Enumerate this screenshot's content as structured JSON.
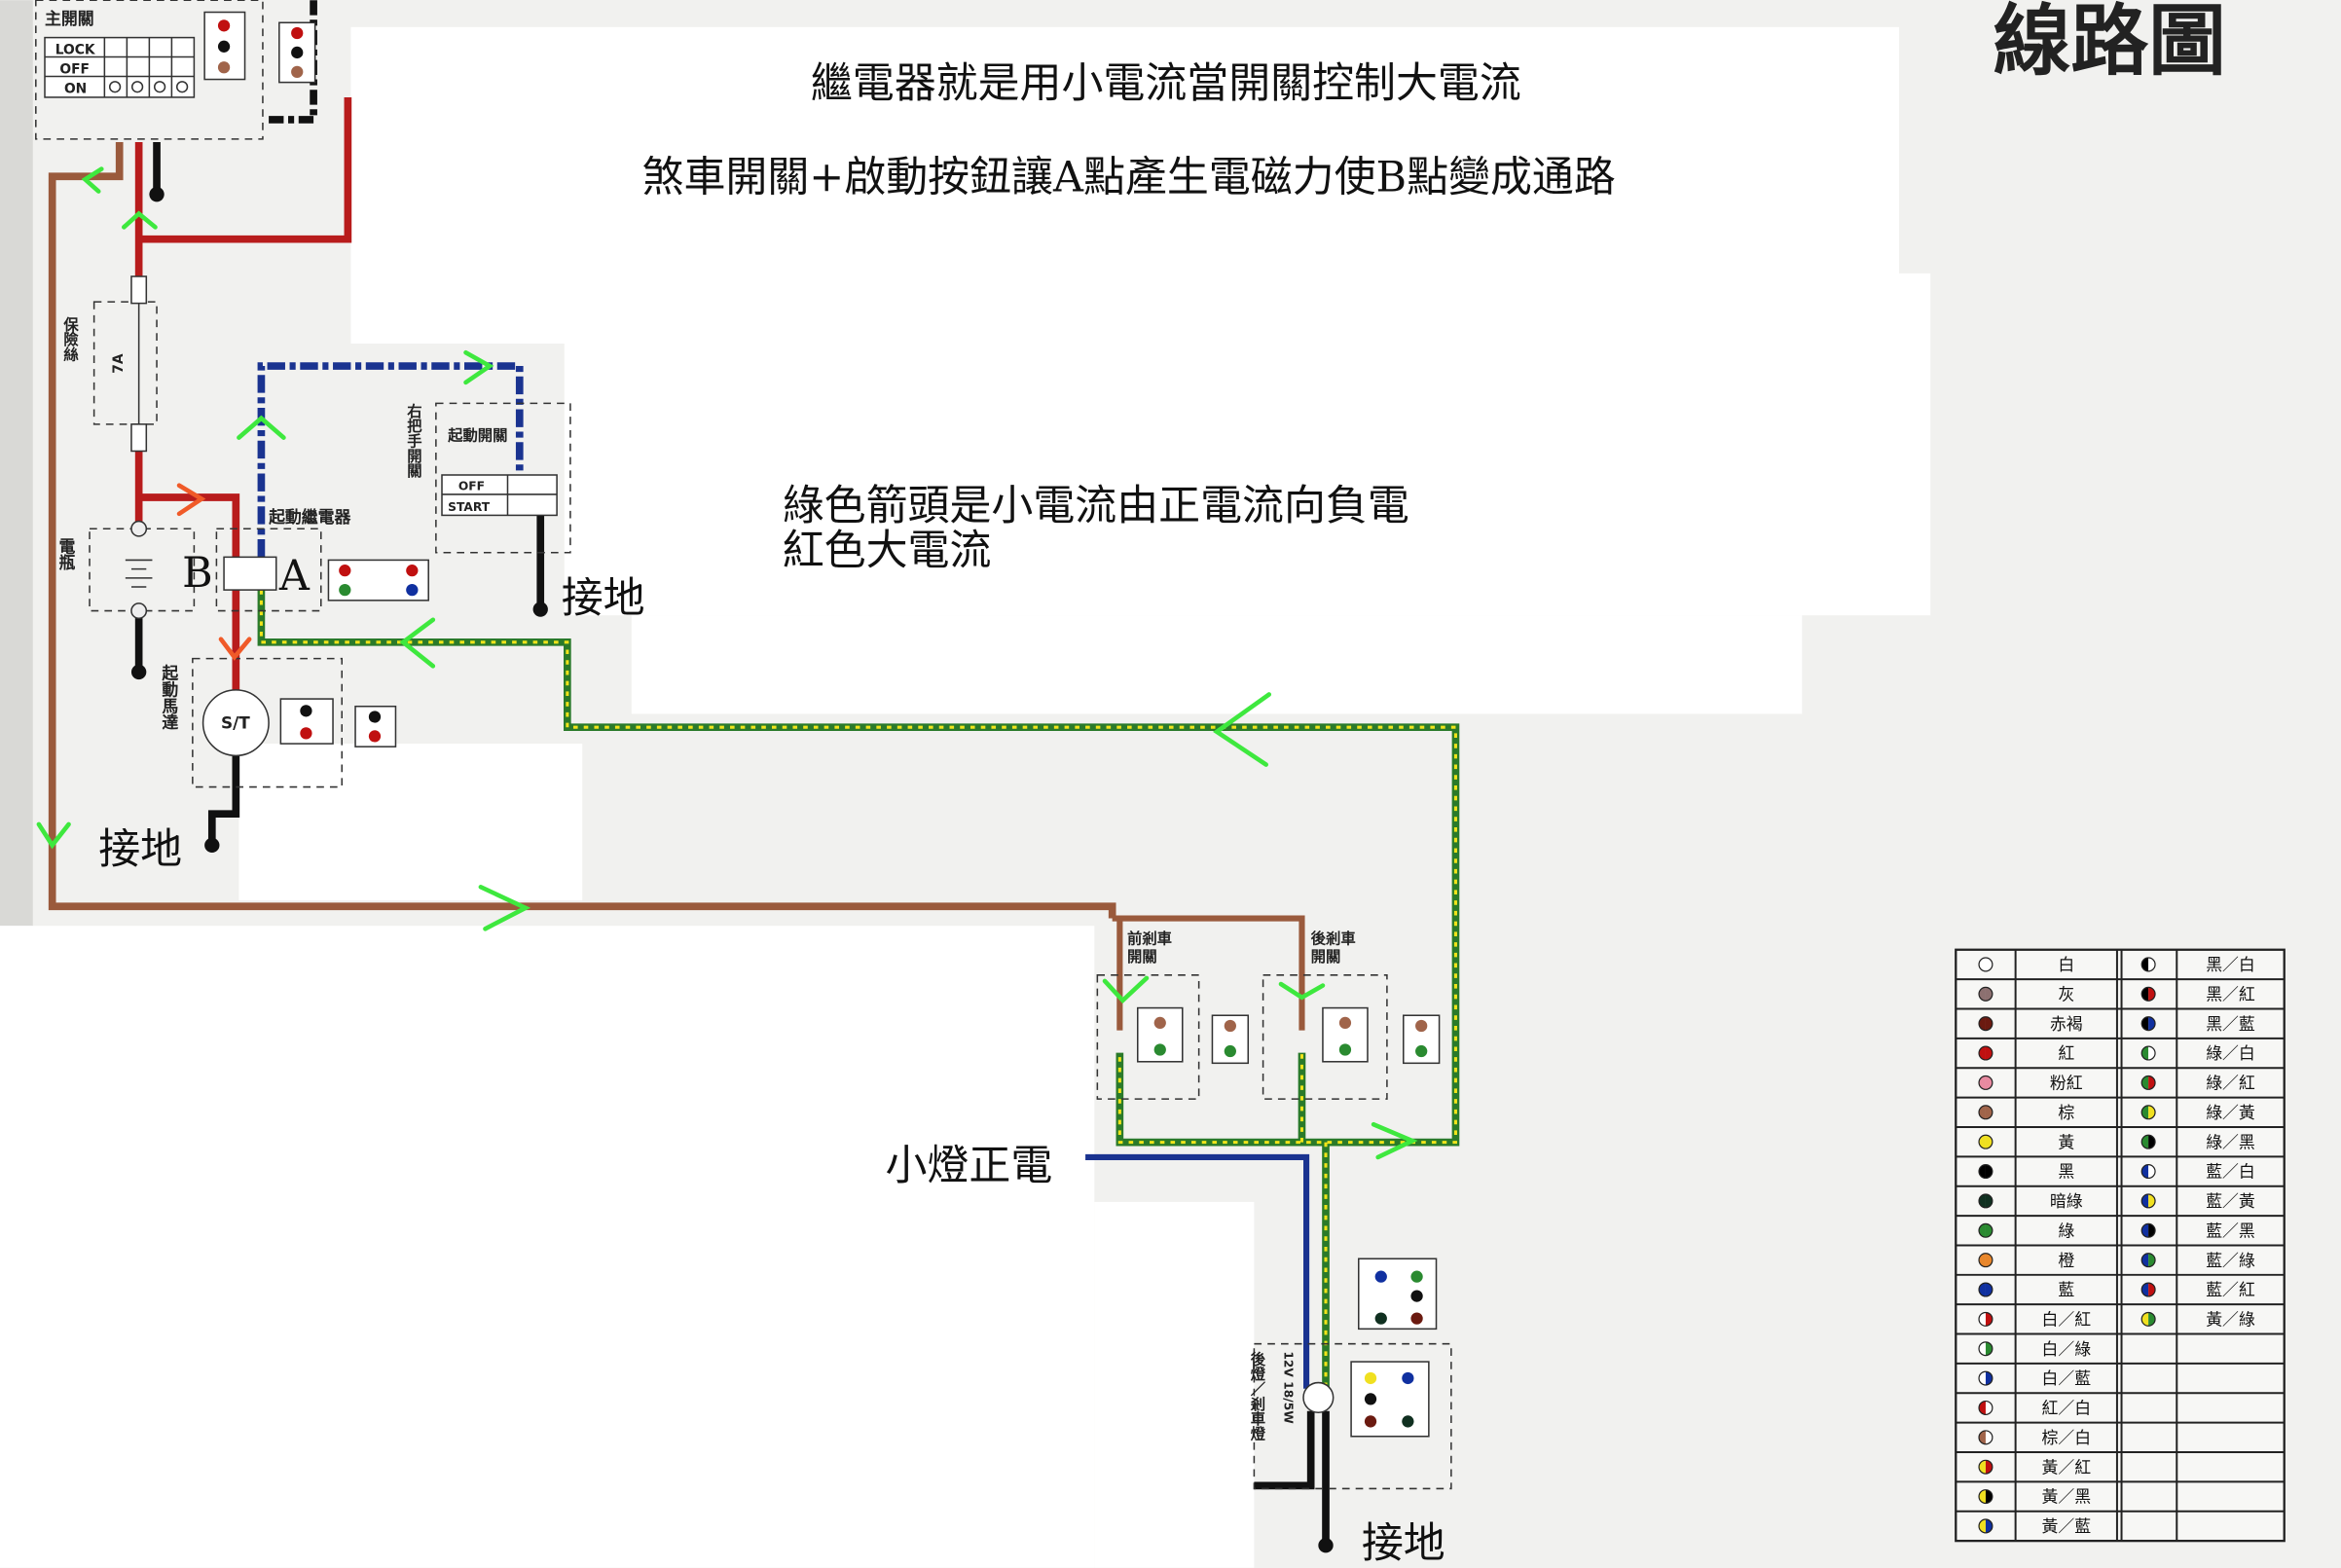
{
  "title": "線路圖",
  "annotations": {
    "line1": "繼電器就是用小電流當開關控制大電流",
    "line2": "煞車開關+啟動按鈕讓A點產生電磁力使B點變成通路",
    "line3": "綠色箭頭是小電流由正電流向負電",
    "line4": "紅色大電流",
    "point_a": "A",
    "point_b": "B",
    "ground1": "接地",
    "ground2": "接地",
    "ground3": "接地",
    "small_light_positive": "小燈正電"
  },
  "labels": {
    "main_switch": "主開關",
    "lock": "LOCK",
    "off": "OFF",
    "on": "ON",
    "fuse": "保險絲",
    "fuse_rating": "7A",
    "battery": "電瓶",
    "starter_relay": "起動繼電器",
    "right_handle_switch": "右把手開關",
    "start_switch": "起動開關",
    "start_off": "OFF",
    "start_start": "START",
    "starter_motor": "起動馬達",
    "motor_symbol": "S/T",
    "front_brake_1": "前剎車",
    "front_brake_2": "開關",
    "rear_brake_1": "後剎車",
    "rear_brake_2": "開關",
    "tail_light": "後燈／剎車燈",
    "tail_rating": "12V 18/5W"
  },
  "colors": {
    "red_wire": "#b81c1c",
    "brown_wire": "#9a5a3c",
    "blue_wire": "#1a3390",
    "green_wire": "#2a7a2a",
    "yellow_stripe": "#f0e41a",
    "arrow_green": "#3ee83e",
    "arrow_red": "#f05a28"
  },
  "legend": {
    "left": [
      {
        "label": "白",
        "c1": "#ffffff",
        "c2": "#ffffff"
      },
      {
        "label": "灰",
        "c1": "#8c7070",
        "c2": "#8c7070"
      },
      {
        "label": "赤褐",
        "c1": "#6b1a10",
        "c2": "#6b1a10"
      },
      {
        "label": "紅",
        "c1": "#c01010",
        "c2": "#c01010"
      },
      {
        "label": "粉紅",
        "c1": "#e88aa0",
        "c2": "#e88aa0"
      },
      {
        "label": "棕",
        "c1": "#a0644a",
        "c2": "#a0644a"
      },
      {
        "label": "黃",
        "c1": "#f0e020",
        "c2": "#f0e020"
      },
      {
        "label": "黑",
        "c1": "#000000",
        "c2": "#000000"
      },
      {
        "label": "暗綠",
        "c1": "#103020",
        "c2": "#103020"
      },
      {
        "label": "綠",
        "c1": "#2a8a30",
        "c2": "#2a8a30"
      },
      {
        "label": "橙",
        "c1": "#e8862a",
        "c2": "#e8862a"
      },
      {
        "label": "藍",
        "c1": "#1030a0",
        "c2": "#1030a0"
      },
      {
        "label": "白／紅",
        "c1": "#ffffff",
        "c2": "#c01010"
      },
      {
        "label": "白／綠",
        "c1": "#ffffff",
        "c2": "#2a8a30"
      },
      {
        "label": "白／藍",
        "c1": "#ffffff",
        "c2": "#1030a0"
      },
      {
        "label": "紅／白",
        "c1": "#c01010",
        "c2": "#ffffff"
      },
      {
        "label": "棕／白",
        "c1": "#a0644a",
        "c2": "#ffffff"
      },
      {
        "label": "黃／紅",
        "c1": "#f0e020",
        "c2": "#c01010"
      },
      {
        "label": "黃／黑",
        "c1": "#f0e020",
        "c2": "#000000"
      },
      {
        "label": "黃／藍",
        "c1": "#f0e020",
        "c2": "#1030a0"
      }
    ],
    "right": [
      {
        "label": "黑／白",
        "c1": "#000000",
        "c2": "#ffffff"
      },
      {
        "label": "黑／紅",
        "c1": "#000000",
        "c2": "#c01010"
      },
      {
        "label": "黑／藍",
        "c1": "#000000",
        "c2": "#1030a0"
      },
      {
        "label": "綠／白",
        "c1": "#2a8a30",
        "c2": "#ffffff"
      },
      {
        "label": "綠／紅",
        "c1": "#2a8a30",
        "c2": "#c01010"
      },
      {
        "label": "綠／黃",
        "c1": "#2a8a30",
        "c2": "#f0e020"
      },
      {
        "label": "綠／黑",
        "c1": "#2a8a30",
        "c2": "#000000"
      },
      {
        "label": "藍／白",
        "c1": "#1030a0",
        "c2": "#ffffff"
      },
      {
        "label": "藍／黃",
        "c1": "#1030a0",
        "c2": "#f0e020"
      },
      {
        "label": "藍／黑",
        "c1": "#1030a0",
        "c2": "#000000"
      },
      {
        "label": "藍／綠",
        "c1": "#1030a0",
        "c2": "#2a8a30"
      },
      {
        "label": "藍／紅",
        "c1": "#1030a0",
        "c2": "#c01010"
      },
      {
        "label": "黃／綠",
        "c1": "#f0e020",
        "c2": "#2a8a30"
      }
    ]
  }
}
